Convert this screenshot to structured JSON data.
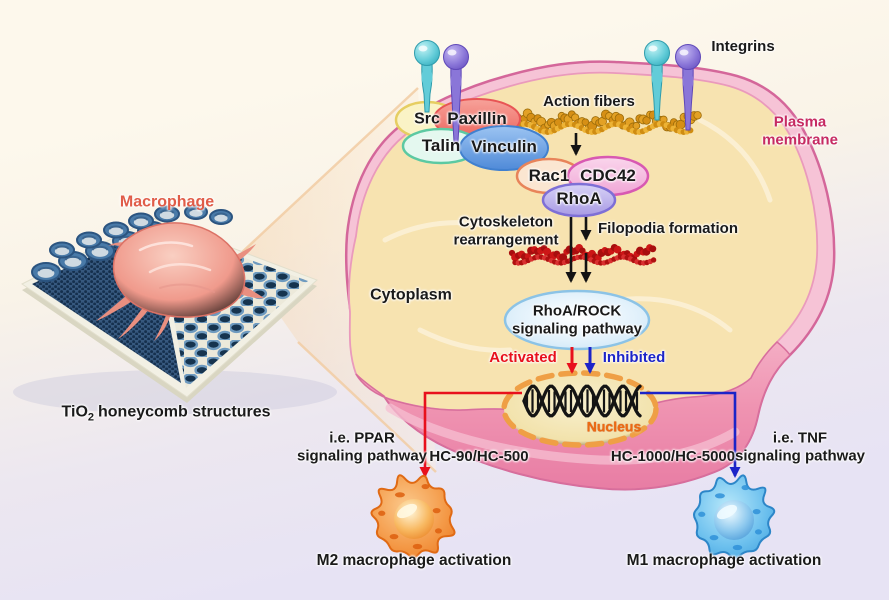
{
  "labels": {
    "integrins": "Integrins",
    "action_fibers": "Action fibers",
    "src": "Src",
    "paxillin": "Paxillin",
    "talin": "Talin",
    "vinculin": "Vinculin",
    "rac1": "Rac1",
    "cdc42": "CDC42",
    "rhoa": "RhoA",
    "cytoskeleton_line1": "Cytoskeleton",
    "cytoskeleton_line2": "rearrangement",
    "filopodia": "Filopodia formation",
    "cytoplasm": "Cytoplasm",
    "rhoa_rock_line1": "RhoA/ROCK",
    "rhoa_rock_line2": "signaling pathway",
    "activated": "Activated",
    "inhibited": "Inhibited",
    "nucleus": "Nucleus",
    "plasma_membrane_line1": "Plasma",
    "plasma_membrane_line2": "membrane",
    "macrophage": "Macrophage",
    "tio2_prefix": "TiO",
    "tio2_sub": "2",
    "tio2_suffix": "honeycomb structures",
    "ppar_line1": "i.e. PPAR",
    "ppar_line2": "signaling pathway",
    "hc_90_500": "HC-90/HC-500",
    "hc_1000_5000": "HC-1000/HC-5000",
    "tnf_line1": "i.e. TNF",
    "tnf_line2": "signaling pathway",
    "m2_activation": "M2 macrophage activation",
    "m1_activation": "M1 macrophage activation"
  },
  "colors": {
    "activated_red": "#e8101c",
    "inhibited_blue": "#1c24c8",
    "plasma_membrane_label": "#c62a62",
    "macrophage_label": "#e05c48",
    "nucleus_label": "#ee6a12",
    "membrane_pink": "#f6c3d6",
    "membrane_stroke": "#d4679a",
    "cytoplasm_tan": "#f7e3b0",
    "actin_gold": "#e3a125",
    "filopodia_red": "#cc1616",
    "m2_cell_orange": "#f08030",
    "m1_cell_blue": "#45aae8"
  }
}
